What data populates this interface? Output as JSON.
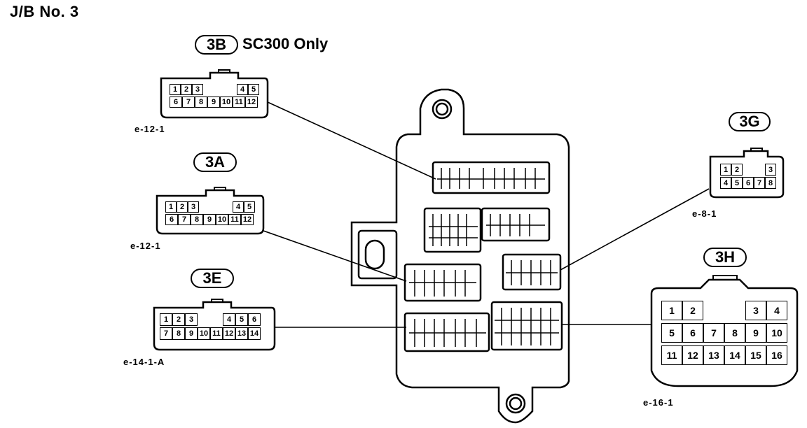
{
  "title": "J/B No. 3",
  "connectors": {
    "3B": {
      "badge": "3B",
      "note": "SC300 Only",
      "code": "e-12-1",
      "row1": [
        "1",
        "2",
        "3",
        "",
        "",
        "",
        "4",
        "5"
      ],
      "row2": [
        "6",
        "7",
        "8",
        "9",
        "10",
        "11",
        "12"
      ]
    },
    "3A": {
      "badge": "3A",
      "code": "e-12-1",
      "row1": [
        "1",
        "2",
        "3",
        "",
        "",
        "",
        "4",
        "5"
      ],
      "row2": [
        "6",
        "7",
        "8",
        "9",
        "10",
        "11",
        "12"
      ]
    },
    "3E": {
      "badge": "3E",
      "code": "e-14-1-A",
      "row1": [
        "1",
        "2",
        "3",
        "",
        "",
        "4",
        "5",
        "6"
      ],
      "row2": [
        "7",
        "8",
        "9",
        "10",
        "11",
        "12",
        "13",
        "14"
      ]
    },
    "3G": {
      "badge": "3G",
      "code": "e-8-1",
      "row1": [
        "1",
        "2",
        "",
        "",
        "3"
      ],
      "row2": [
        "4",
        "5",
        "6",
        "7",
        "8"
      ]
    },
    "3H": {
      "badge": "3H",
      "code": "e-16-1",
      "row1": [
        "1",
        "2",
        "",
        "",
        "3",
        "4"
      ],
      "row2": [
        "5",
        "6",
        "7",
        "8",
        "9",
        "10"
      ],
      "row3": [
        "11",
        "12",
        "13",
        "14",
        "15",
        "16"
      ]
    }
  }
}
